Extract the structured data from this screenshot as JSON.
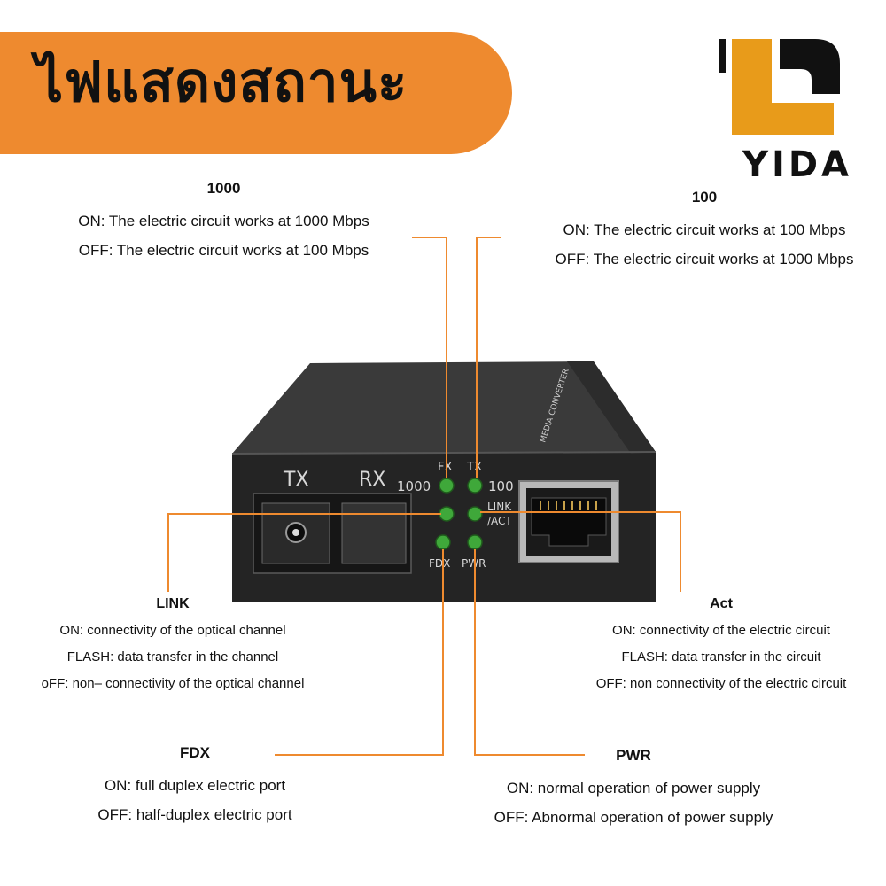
{
  "banner": {
    "title": "ไฟแสดงสถานะ",
    "color": "#ee8a2f"
  },
  "logo": {
    "text": "YIDA",
    "accent": "#e89b1a"
  },
  "device": {
    "tx_label": "TX",
    "rx_label": "RX",
    "speed_1000_label": "1000",
    "speed_100_label": "100",
    "fx_label": "FX",
    "tx_led_label": "TX",
    "link_label": "LINK",
    "act_label": "/ACT",
    "fdx_label": "FDX",
    "pwr_label": "PWR",
    "top_label": "MEDIA CONVERTER",
    "led_color": "#3fa83a"
  },
  "annotations": {
    "s1000": {
      "heading": "1000",
      "lines": [
        "ON: The electric circuit works at 1000 Mbps",
        "OFF: The electric circuit works at 100 Mbps"
      ]
    },
    "s100": {
      "heading": "100",
      "lines": [
        "ON: The electric circuit works at 100 Mbps",
        "OFF: The electric circuit works at 1000 Mbps"
      ]
    },
    "link": {
      "heading": "LINK",
      "lines": [
        "ON: connectivity of the optical channel",
        "FLASH: data transfer in the channel",
        "oFF: non– connectivity of the optical channel"
      ]
    },
    "act": {
      "heading": "Act",
      "lines": [
        "ON: connectivity of the electric circuit",
        "FLASH: data transfer in the circuit",
        "OFF: non connectivity of the electric circuit"
      ]
    },
    "fdx": {
      "heading": "FDX",
      "lines": [
        "ON: full duplex electric port",
        "OFF: half-duplex electric port"
      ]
    },
    "pwr": {
      "heading": "PWR",
      "lines": [
        "ON: normal operation of power supply",
        "OFF: Abnormal operation of power supply"
      ]
    }
  },
  "leader_color": "#ee8a2f"
}
